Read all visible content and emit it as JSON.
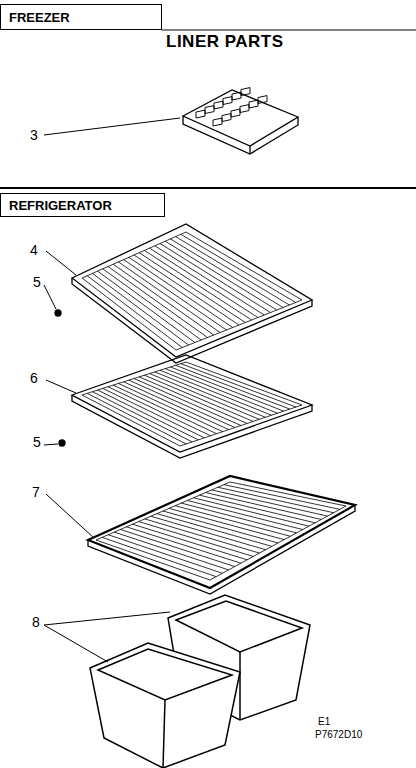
{
  "diagram": {
    "title": "LINER PARTS",
    "nodes": [
      {
        "text": [
          "FREEZER"
        ]
      },
      {
        "text": [
          "REFRIGERATOR"
        ]
      }
    ],
    "labels": [
      "3",
      "4",
      "5",
      "6",
      "5",
      "7",
      "8",
      "E1",
      "P7672D10"
    ]
  }
}
